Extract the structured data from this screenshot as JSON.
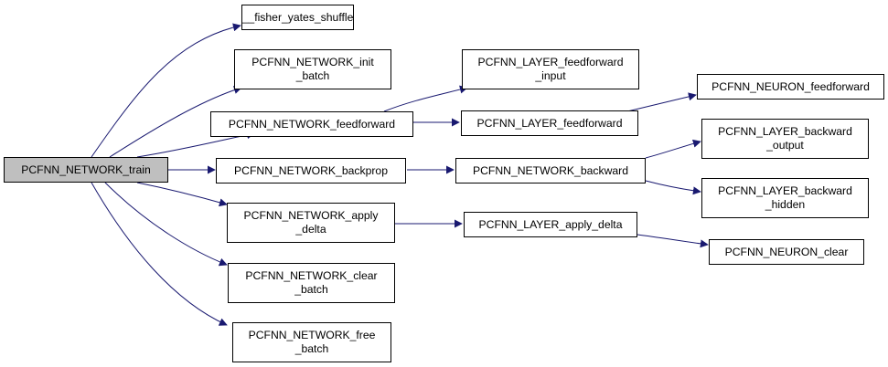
{
  "diagram": {
    "edge_color": "#191970",
    "root_fill": "#bfbfbf",
    "nodes": {
      "train": "PCFNN_NETWORK_train",
      "shuffle": "__fisher_yates_shuffle",
      "init_batch": "PCFNN_NETWORK_init\n_batch",
      "net_ff": "PCFNN_NETWORK_feedforward",
      "net_bp": "PCFNN_NETWORK_backprop",
      "apply_delta": "PCFNN_NETWORK_apply\n_delta",
      "clear_batch": "PCFNN_NETWORK_clear\n_batch",
      "free_batch": "PCFNN_NETWORK_free\n_batch",
      "layer_ff_input": "PCFNN_LAYER_feedforward\n_input",
      "layer_ff": "PCFNN_LAYER_feedforward",
      "net_backward": "PCFNN_NETWORK_backward",
      "layer_apply_delta": "PCFNN_LAYER_apply_delta",
      "neuron_ff": "PCFNN_NEURON_feedforward",
      "layer_bw_output": "PCFNN_LAYER_backward\n_output",
      "layer_bw_hidden": "PCFNN_LAYER_backward\n_hidden",
      "neuron_clear": "PCFNN_NEURON_clear"
    }
  }
}
